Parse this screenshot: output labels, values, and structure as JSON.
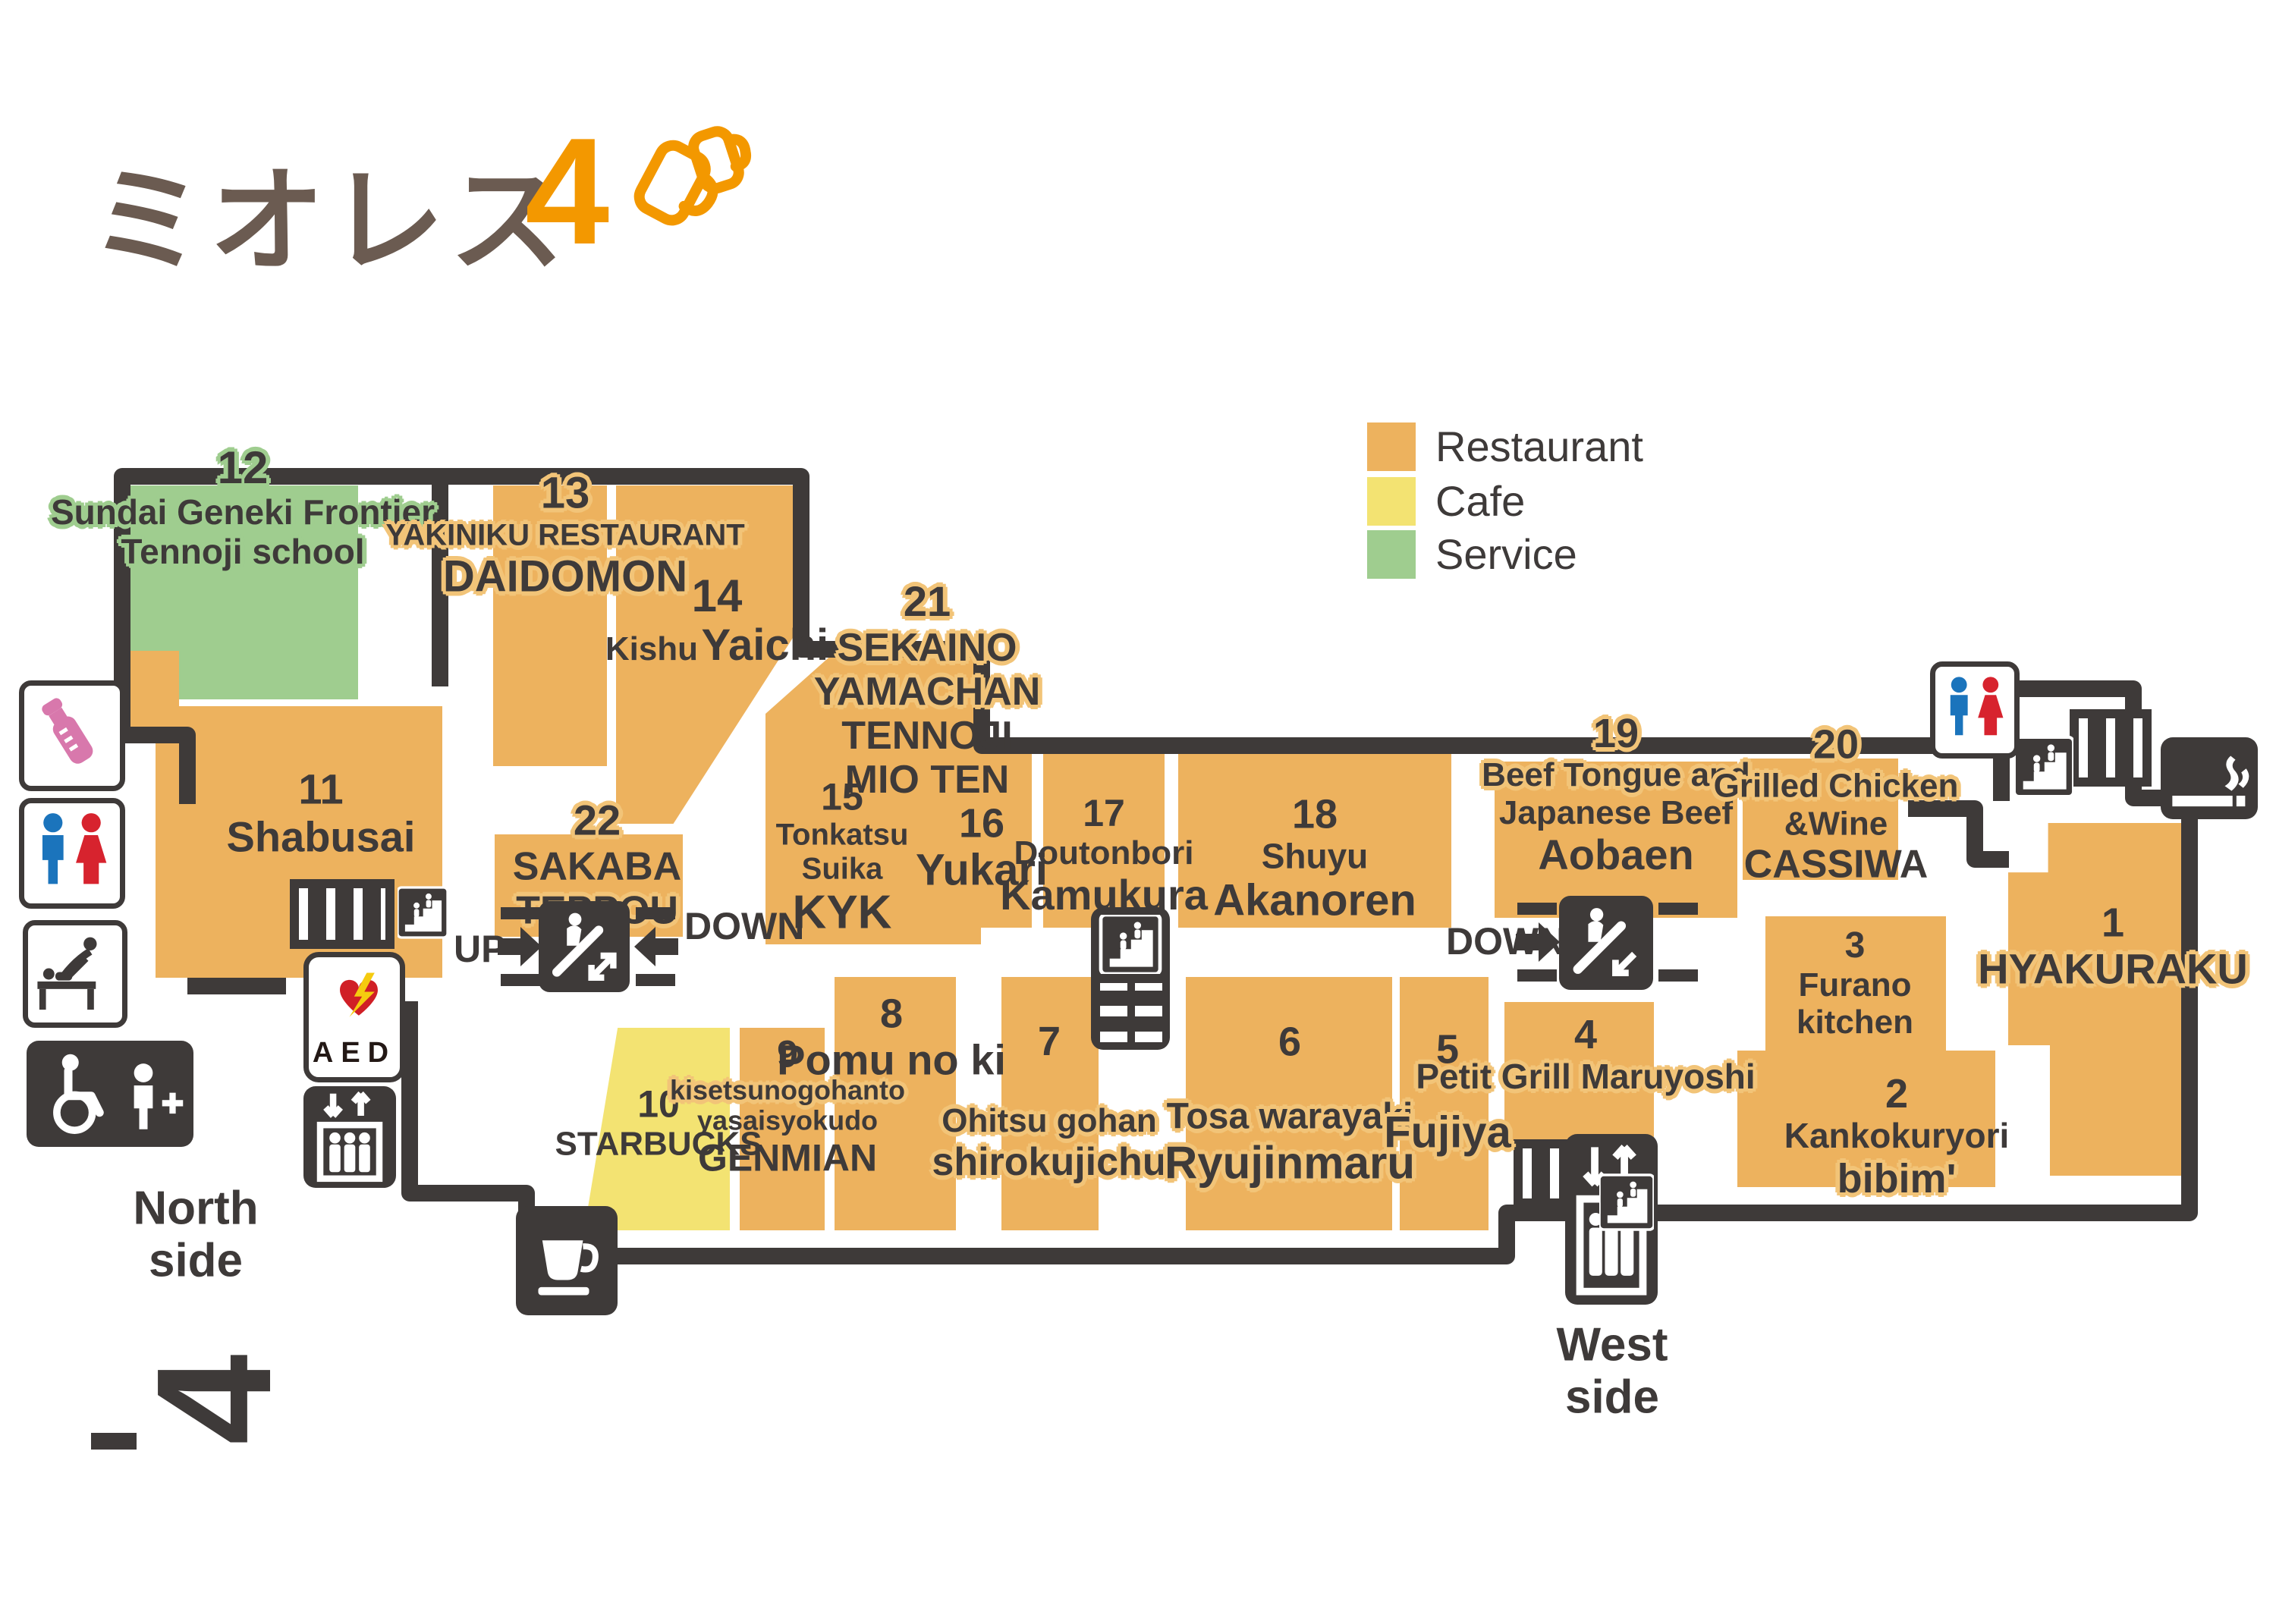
{
  "logo": {
    "name": "ミオレス",
    "floor": "4",
    "brand_color": "#F39800",
    "name_color": "#6B5B51"
  },
  "legend": [
    {
      "label": "Restaurant",
      "color": "#EDB25E"
    },
    {
      "label": "Cafe",
      "color": "#F3E372"
    },
    {
      "label": "Service",
      "color": "#9FCD8F"
    }
  ],
  "labels": {
    "up": "UP",
    "down_left": "DOWN",
    "down_right": "DOWN",
    "north_1": "North",
    "north_2": "side",
    "west_1": "West",
    "west_2": "side",
    "aed": "AED",
    "floor_rotated": "4"
  },
  "units": {
    "u1": {
      "no": "1",
      "lines": [
        "HYAKURAKU"
      ],
      "category": "restaurant"
    },
    "u2": {
      "no": "2",
      "lines": [
        "Kankokuryori",
        "bibim'"
      ],
      "category": "restaurant"
    },
    "u3": {
      "no": "3",
      "lines": [
        "Furano",
        "kitchen"
      ],
      "category": "restaurant"
    },
    "u4": {
      "no": "4",
      "lines": [
        "Petit Grill Maruyoshi"
      ],
      "category": "restaurant"
    },
    "u5": {
      "no": "5",
      "lines": [
        "Fujiya"
      ],
      "category": "restaurant"
    },
    "u6": {
      "no": "6",
      "lines": [
        "Tosa warayaki",
        "Ryujinmaru"
      ],
      "category": "restaurant"
    },
    "u7": {
      "no": "7",
      "lines": [
        "Ohitsu gohan",
        "shirokujichu"
      ],
      "category": "restaurant"
    },
    "u8": {
      "no": "8",
      "lines": [
        "Pomu no ki"
      ],
      "category": "restaurant"
    },
    "u9": {
      "no": "9",
      "lines": [
        "kisetsunogohanto",
        "yasaisyokudo",
        "GENMIAN"
      ],
      "category": "restaurant"
    },
    "u10": {
      "no": "10",
      "lines": [
        "STARBUCKS"
      ],
      "category": "cafe"
    },
    "u11": {
      "no": "11",
      "lines": [
        "Shabusai"
      ],
      "category": "restaurant"
    },
    "u12": {
      "no": "12",
      "lines": [
        "Sundai Geneki Frontier",
        "Tennoji school"
      ],
      "category": "service"
    },
    "u13": {
      "no": "13",
      "lines": [
        "YAKINIKU RESTAURANT",
        "DAIDOMON"
      ],
      "category": "restaurant"
    },
    "u14": {
      "no": "14",
      "lines": [
        "Kishu",
        "Yaichi"
      ],
      "category": "restaurant"
    },
    "u15": {
      "no": "15",
      "lines": [
        "Tonkatsu",
        "Suika",
        "KYK"
      ],
      "category": "restaurant"
    },
    "u16": {
      "no": "16",
      "lines": [
        "Yukari"
      ],
      "category": "restaurant"
    },
    "u17": {
      "no": "17",
      "lines": [
        "Doutonbori",
        "Kamukura"
      ],
      "category": "restaurant"
    },
    "u18": {
      "no": "18",
      "lines": [
        "Shuyu",
        "Akanoren"
      ],
      "category": "restaurant"
    },
    "u19": {
      "no": "19",
      "lines": [
        "Beef Tongue and",
        "Japanese Beef",
        "Aobaen"
      ],
      "category": "restaurant"
    },
    "u20": {
      "no": "20",
      "lines": [
        "Grilled Chicken",
        "&Wine",
        "CASSIWA"
      ],
      "category": "restaurant"
    },
    "u21": {
      "no": "21",
      "lines": [
        "SEKAINO",
        "YAMACHAN",
        "TENNOJI",
        "MIO TEN"
      ],
      "category": "restaurant"
    },
    "u22": {
      "no": "22",
      "lines": [
        "SAKABA",
        "TEPPOU"
      ],
      "category": "restaurant"
    }
  },
  "icons": {
    "beer-mug-icon": "two clinking beer mugs, orange outline",
    "nursing-room-icon": "pink baby bottle on white sign",
    "restroom-icon-left": "blue man / red woman on white sign",
    "restroom-icon-right": "blue man / red woman on white sign",
    "baby-changing-icon": "adult over changing table, dark on white sign",
    "accessible-toilet-icon": "white wheelchair and attendant with cross on dark sign",
    "aed-icon": "red heart with yellow lightning bolt, AED",
    "elevator-icon-north": "up/down arrows and passengers in cab, dark sign",
    "elevator-icon-west": "up/down arrows and passengers in cab, dark sign",
    "escalator-icon-left": "escalator pictogram, UP and DOWN arrows",
    "escalator-icon-right": "escalator pictogram, DOWN arrow",
    "stairs-icon-northwest": "people climbing stairs, dark sign",
    "stairs-icon-center": "people climbing stairs, dark sign",
    "stairs-icon-south": "people climbing stairs, dark sign",
    "stairs-icon-east": "people climbing stairs, dark sign",
    "smoking-room-icon": "white cigarette with smoke on dark sign",
    "coffee-cup-icon": "white coffee cup on dark sign"
  },
  "colors": {
    "wall": "#3E3A39",
    "restaurant": "#EDB25E",
    "cafe": "#F3E372",
    "service": "#9FCD8F",
    "text": "#3E3A39",
    "outline_orange": "#F2C478",
    "man_blue": "#1B74BC",
    "woman_red": "#D7232E",
    "bottle_pink": "#D878AC",
    "heart_red": "#D01F26",
    "bolt_yellow": "#F5CB0F"
  }
}
